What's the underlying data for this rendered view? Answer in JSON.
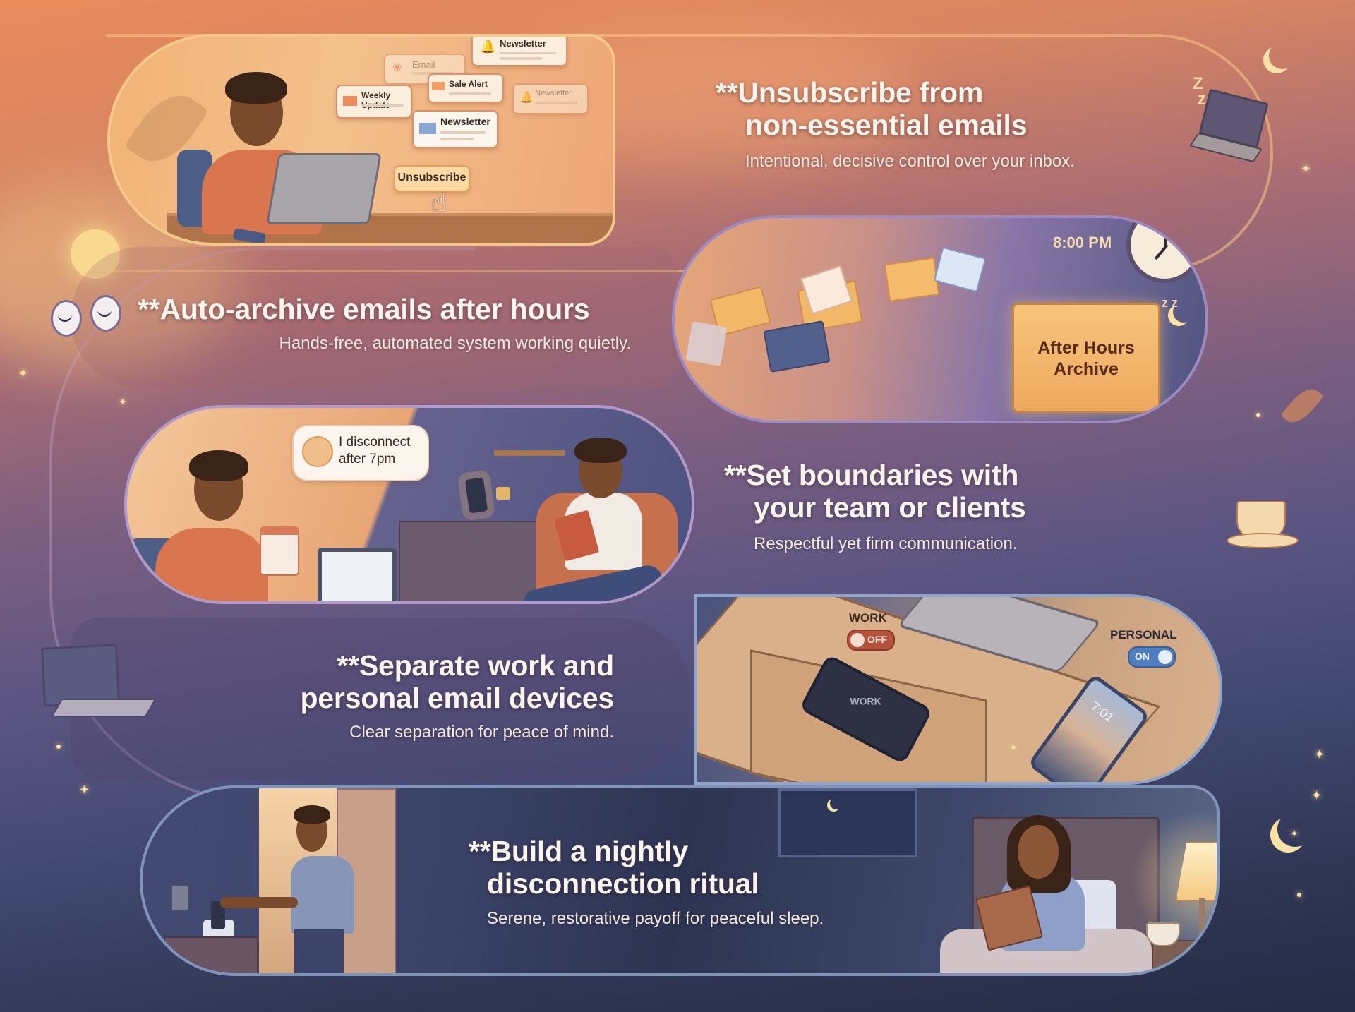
{
  "infographic": {
    "colors": {
      "sunset_orange": "#e98a5c",
      "dusk_purple": "#7c5e80",
      "night_navy": "#262c45",
      "title_text": "#fbf4ec",
      "folder_gold": "#f4b86a",
      "toggle_off": "#b5533d",
      "toggle_on": "#4f7fc0"
    },
    "steps": [
      {
        "title_line1": "**Unsubscribe from",
        "title_line2": "non-essential emails",
        "subtitle": "Intentional, decisive control over your inbox.",
        "illustration": {
          "email_cards": [
            {
              "label": "Newsletter",
              "icon": "bell-icon"
            },
            {
              "label": "Email",
              "icon": "leaf-icon"
            },
            {
              "label": "Sale Alert",
              "icon": "envelope-icon"
            },
            {
              "label": "Weekly Update",
              "icon": "envelope-icon"
            },
            {
              "label": "Newsletter",
              "icon": "bell-icon"
            },
            {
              "label": "Newsletter",
              "icon": "envelope-icon"
            }
          ],
          "button_label": "Unsubscribe"
        }
      },
      {
        "title": "**Auto-archive emails after hours",
        "subtitle": "Hands-free, automated system working quietly.",
        "illustration": {
          "time_label": "8:00 PM",
          "folder_line1": "After Hours",
          "folder_line2": "Archive",
          "sleep_label": "z z"
        }
      },
      {
        "title_line1": "**Set boundaries with",
        "title_line2": "your team or clients",
        "subtitle": "Respectful yet firm communication.",
        "illustration": {
          "speech_line1": "I disconnect",
          "speech_line2": "after 7pm"
        }
      },
      {
        "title_line1": "**Separate work and",
        "title_line2": "personal email devices",
        "subtitle": "Clear separation for peace of mind.",
        "illustration": {
          "work_label": "WORK",
          "work_toggle": "OFF",
          "personal_label": "PERSONAL",
          "personal_toggle": "ON",
          "phone_screen_label": "WORK",
          "phone_time": "7:01"
        }
      },
      {
        "title_line1": "**Build a nightly",
        "title_line2": "disconnection ritual",
        "subtitle": "Serene, restorative payoff for peaceful sleep."
      }
    ],
    "decor": {
      "sleep_zz": "Z Z"
    }
  }
}
